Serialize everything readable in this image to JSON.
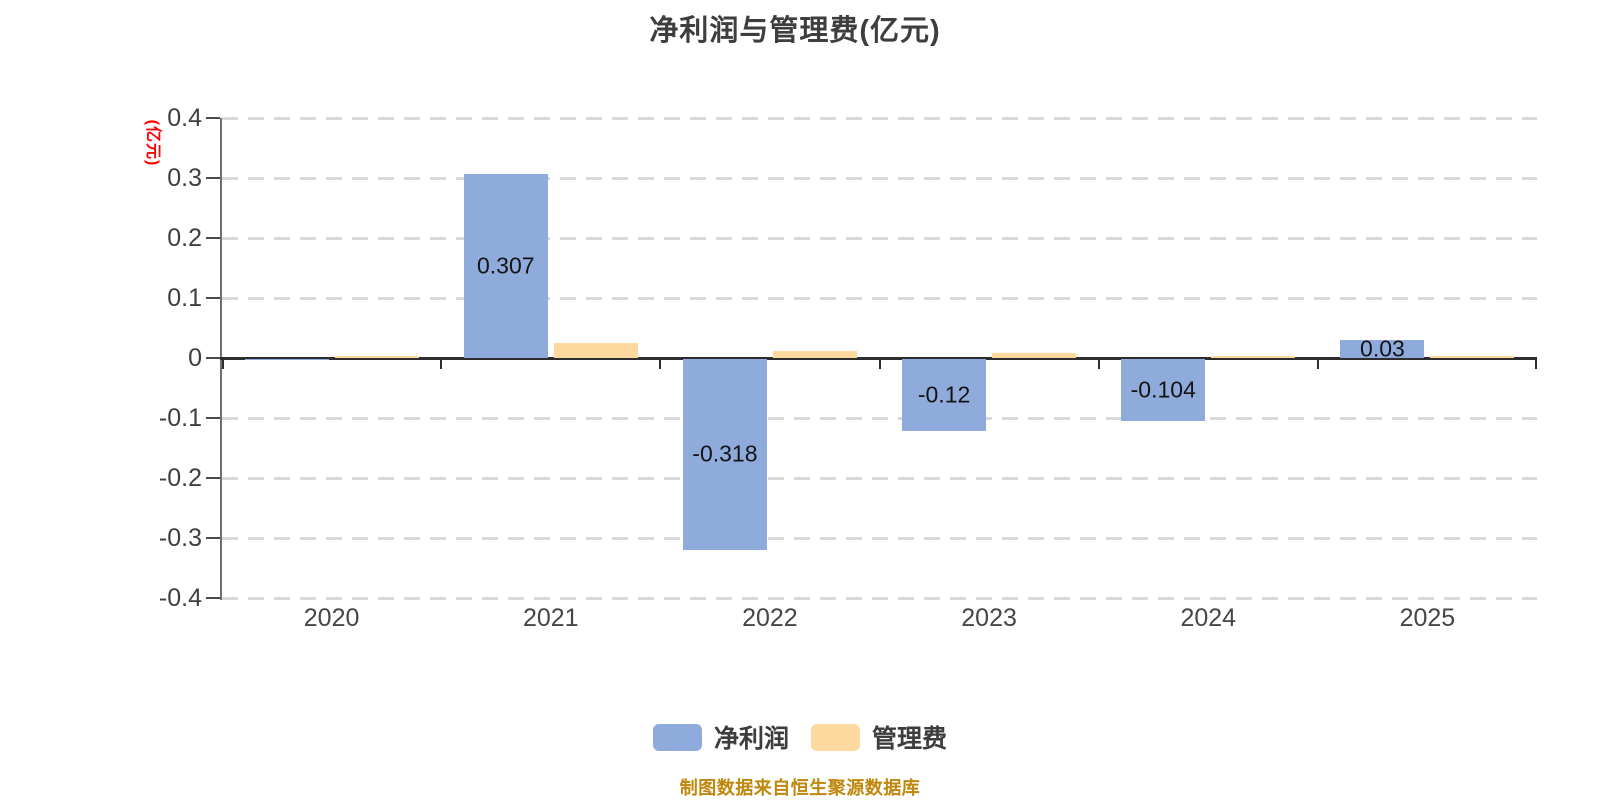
{
  "title": "净利润与管理费(亿元)",
  "y_axis_unit": "(亿元)",
  "source_note": "制图数据来自恒生聚源数据库",
  "colors": {
    "net_profit_bar": "#8eabdb",
    "mgmt_fee_bar": "#fdd9a0",
    "unit_label_red": "#ff0000",
    "source_note_gold": "#bf870b",
    "grid_line": "#d9d9d9",
    "axis_dark": "#2d2d2d"
  },
  "chart_data": {
    "type": "bar",
    "title": "净利润与管理费(亿元)",
    "categories": [
      "2020",
      "2021",
      "2022",
      "2023",
      "2024",
      "2025"
    ],
    "series": [
      {
        "name": "净利润",
        "color": "#8eabdb",
        "values": [
          -0.001,
          0.307,
          -0.318,
          -0.12,
          -0.104,
          0.03
        ],
        "labels": [
          "",
          "0.307",
          "-0.318",
          "-0.12",
          "-0.104",
          "0.03"
        ]
      },
      {
        "name": "管理费",
        "color": "#fdd9a0",
        "values": [
          0.003,
          0.025,
          0.012,
          0.009,
          0.004,
          0.004
        ],
        "labels": [
          "",
          "",
          "",
          "",
          "",
          ""
        ]
      }
    ],
    "xlabel": "",
    "ylabel": "(亿元)",
    "ylim": [
      -0.4,
      0.4
    ],
    "y_ticks": [
      "0.4",
      "0.3",
      "0.2",
      "0.1",
      "0",
      "-0.1",
      "-0.2",
      "-0.3",
      "-0.4"
    ],
    "grid": "dashed horizontal",
    "legend_position": "bottom center"
  }
}
